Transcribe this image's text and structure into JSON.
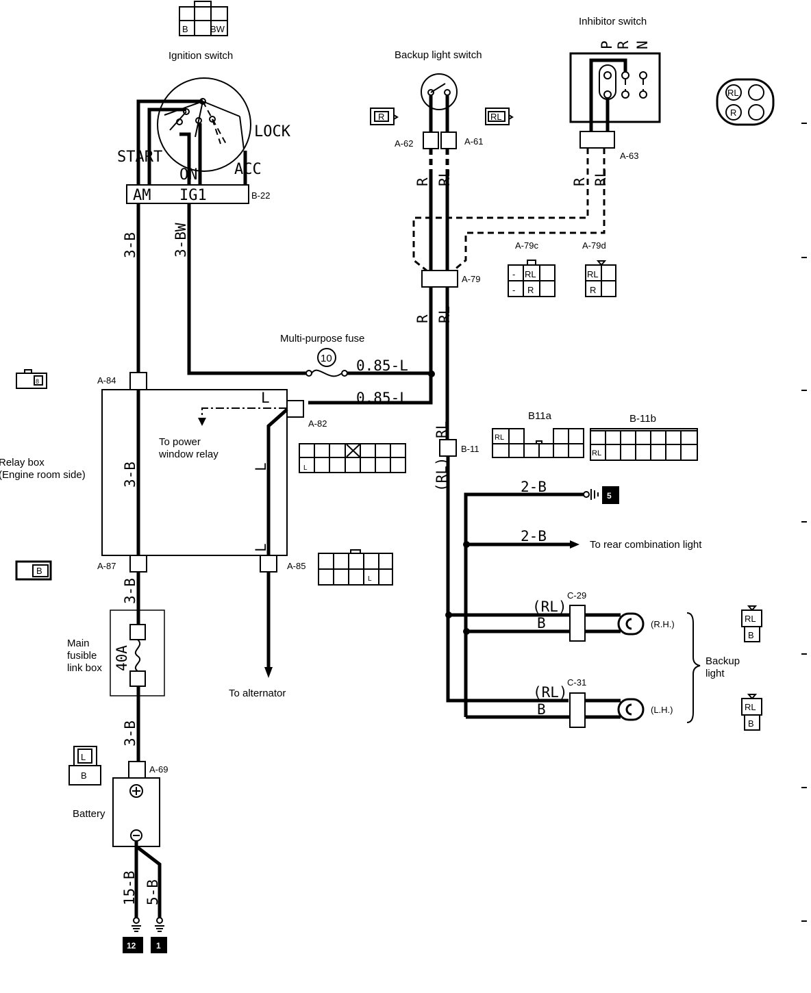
{
  "components": {
    "ignition_switch": "Ignition switch",
    "backup_light_switch": "Backup light switch",
    "inhibitor_switch": "Inhibitor switch",
    "multi_purpose_fuse": "Multi-purpose fuse",
    "fuse_number": "10",
    "relay_box_line1": "Relay box",
    "relay_box_line2": "(Engine room side)",
    "main_fusible_line1": "Main",
    "main_fusible_line2": "fusible",
    "main_fusible_line3": "link box",
    "fusible_rating": "40A",
    "battery": "Battery",
    "to_power_window_line1": "To power",
    "to_power_window_line2": "window relay",
    "to_alternator": "To alternator",
    "to_rear_combination": "To rear combination light",
    "backup_light_line1": "Backup",
    "backup_light_line2": "light",
    "rh": "(R.H.)",
    "lh": "(L.H.)"
  },
  "ignition_terminals": {
    "start": "START",
    "on": "ON",
    "acc": "ACC",
    "lock": "LOCK",
    "am": "AM",
    "ig1": "IG1"
  },
  "inhibitor_positions": [
    "P",
    "R",
    "N"
  ],
  "connectors": {
    "b22": "B-22",
    "a62": "A-62",
    "a61": "A-61",
    "a63": "A-63",
    "a79": "A-79",
    "a79c": "A-79c",
    "a79d": "A-79d",
    "a84": "A-84",
    "a82": "A-82",
    "a87": "A-87",
    "a85": "A-85",
    "b11": "B-11",
    "b11a": "B11a",
    "b11b": "B-11b",
    "c29": "C-29",
    "c31": "C-31",
    "a69": "A-69"
  },
  "wires": {
    "am_wire": "3-B",
    "ig1_wire": "3-BW",
    "fuse_out": "0.85-L",
    "relay_in": "0.85-L",
    "relay_box_wire": "3-B",
    "relay_l_top": "L",
    "relay_l_mid": "L",
    "relay_l_bottom": "L",
    "a87_out": "3-B",
    "a69_in": "3-B",
    "battery_gnd1": "15-B",
    "battery_gnd2": "5-B",
    "switch_r": "R",
    "switch_rl": "RL",
    "inhib_r": "R",
    "inhib_rl": "RL",
    "a79_r": "R",
    "a79_rl": "RL",
    "b11_rl_top": "RL",
    "b11_rl_bottom": "(RL)",
    "gnd_wire": "2-B",
    "rear_wire": "2-B",
    "c29_rl": "(RL)",
    "c29_b": "B",
    "c31_rl": "(RL)",
    "c31_b": "B"
  },
  "ground_numbers": {
    "g5": "5",
    "g12": "12",
    "g1": "1"
  },
  "pin_labels": {
    "b22_b": "B",
    "b22_bw": "BW",
    "a62_r": "R",
    "a61_rl": "RL",
    "inhib_rl": "RL",
    "inhib_r": "R",
    "a79c_dash1": "-",
    "a79c_rl": "RL",
    "a79c_dash2": "-",
    "a79c_r": "R",
    "a79d_rl": "RL",
    "a79d_r": "R",
    "a84_pin": "8",
    "a82_pin": "L",
    "a87_b": "B",
    "a85_l": "L",
    "b11a_rl": "RL",
    "b11b_rl": "RL",
    "a69_l": "L",
    "a69_b": "B",
    "c29_rl": "RL",
    "c29_b": "B",
    "c31_rl": "RL",
    "c31_b": "B"
  }
}
